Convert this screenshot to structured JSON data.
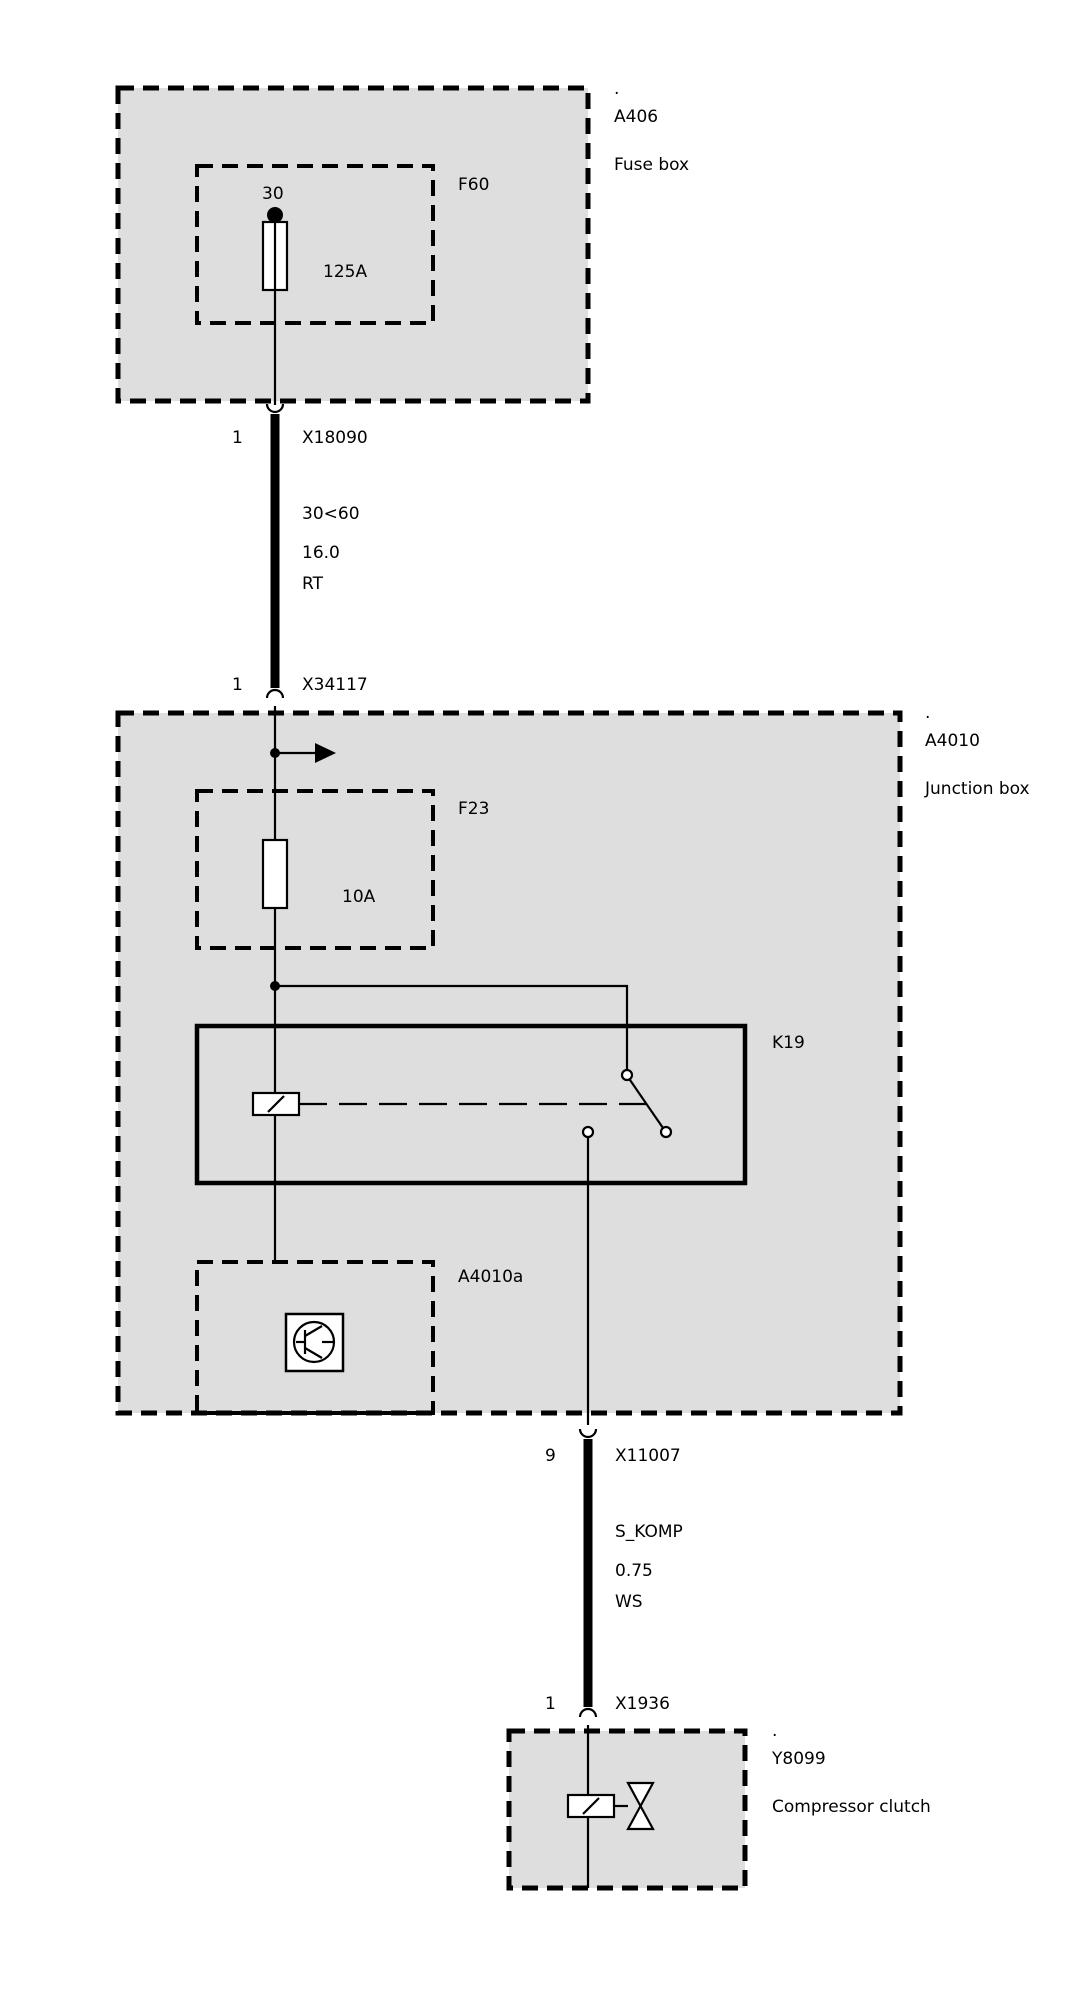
{
  "components": {
    "a406": {
      "dot": ".",
      "id": "A406",
      "name": "Fuse box"
    },
    "f60": {
      "id": "F60",
      "pin": "30",
      "rating": "125A"
    },
    "a4010": {
      "dot": ".",
      "id": "A4010",
      "name": "Junction box"
    },
    "f23": {
      "id": "F23",
      "rating": "10A"
    },
    "k19": {
      "id": "K19"
    },
    "a4010a": {
      "id": "A4010a"
    },
    "y8099": {
      "dot": ".",
      "id": "Y8099",
      "name": "Compressor clutch"
    }
  },
  "wires": {
    "upper": {
      "top_pin": "1",
      "top_connector": "X18090",
      "signal": "30<60",
      "size": "16.0",
      "color": "RT",
      "bottom_pin": "1",
      "bottom_connector": "X34117"
    },
    "lower": {
      "top_pin": "9",
      "top_connector": "X11007",
      "signal": "S_KOMP",
      "size": "0.75",
      "color": "WS",
      "bottom_pin": "1",
      "bottom_connector": "X1936"
    }
  }
}
